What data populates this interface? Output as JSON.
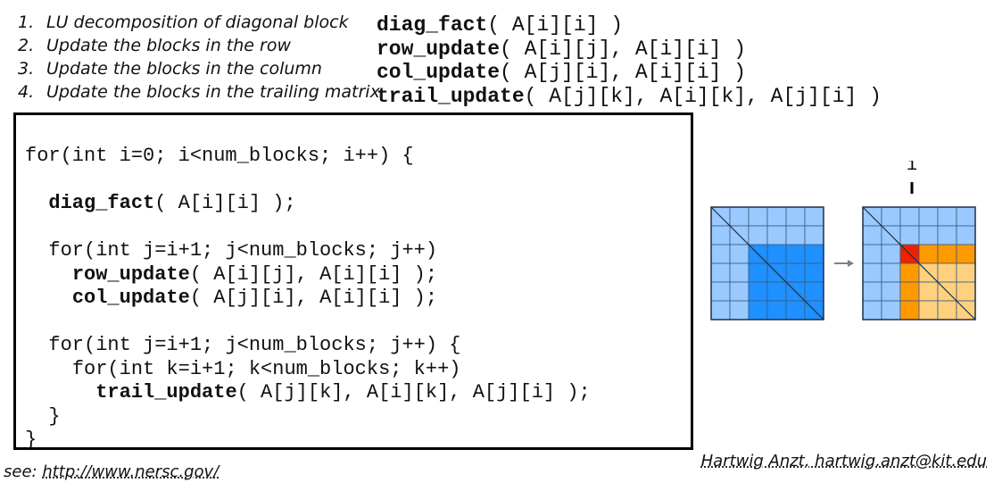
{
  "steps": [
    {
      "num": "1.",
      "text": "LU decomposition of diagonal block"
    },
    {
      "num": "2.",
      "text": "Update the blocks in the row"
    },
    {
      "num": "3.",
      "text": "Update the blocks in the column"
    },
    {
      "num": "4.",
      "text": "Update the blocks in the trailing matrix"
    }
  ],
  "signatures": [
    {
      "fn": "diag_fact",
      "args": "( A[i][i] )"
    },
    {
      "fn": "row_update",
      "args": "( A[i][j], A[i][i] )"
    },
    {
      "fn": "col_update",
      "args": "( A[j][i], A[i][i] )"
    },
    {
      "fn": "trail_update",
      "args": "( A[j][k], A[i][k], A[j][i] )"
    }
  ],
  "code": {
    "line1": "for(int i=0; i<num_blocks; i++) {",
    "diag_fn": "diag_fact",
    "diag_args": "( A[i][i] );",
    "loop1": "for(int j=i+1; j<num_blocks; j++)",
    "row_fn": "row_update",
    "row_args": "( A[i][j], A[i][i] );",
    "col_fn": "col_update",
    "col_args": "( A[j][i], A[i][i] );",
    "loop2": "for(int j=i+1; j<num_blocks; j++) {",
    "loop3": "for(int k=i+1; k<num_blocks; k++)",
    "trail_fn": "trail_update",
    "trail_args": "( A[j][k], A[i][k], A[j][i] );",
    "close_inner": "}",
    "close_outer": "}"
  },
  "figure": {
    "index_label": "i",
    "colors": {
      "light_blue": "#99c9ff",
      "blue": "#1e90ff",
      "red": "#ee2200",
      "orange": "#ff9900",
      "light_orange": "#ffd17f",
      "grid_line": "#3a5a80",
      "arrow": "#808080"
    }
  },
  "credit": "Hartwig Anzt, hartwig.anzt@kit.edu",
  "see": {
    "prefix": "see: ",
    "link": "http://www.nersc.gov/"
  }
}
